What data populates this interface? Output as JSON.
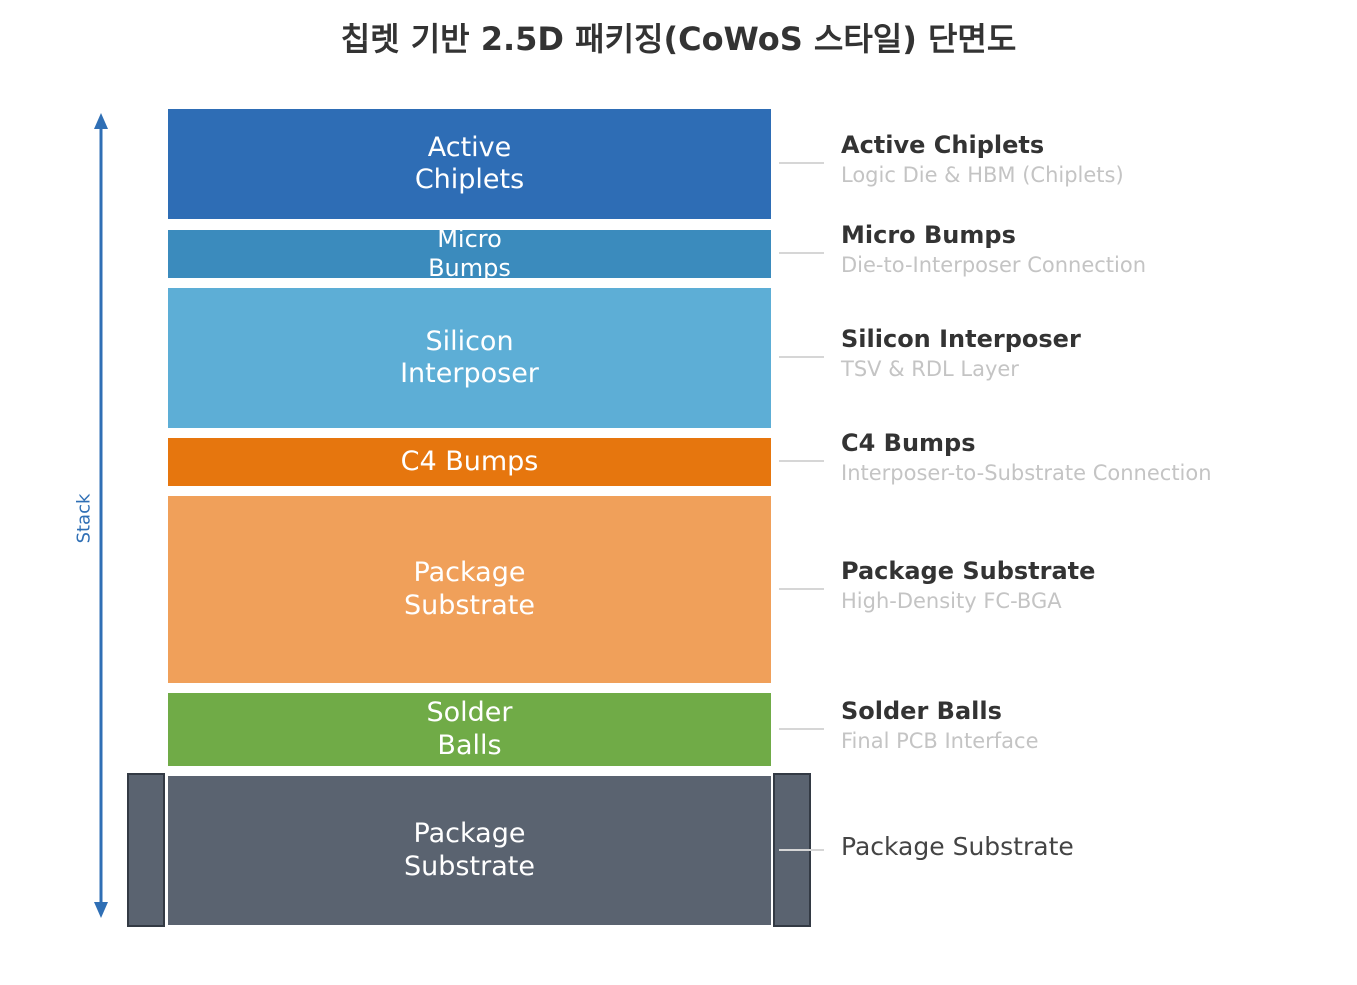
{
  "title": "칩렛 기반 2.5D 패키징(CoWoS 스타일) 단면도",
  "axis": {
    "label": "Stack",
    "color": "#2f6fb5"
  },
  "layers": [
    {
      "lines": [
        "Active",
        "Chiplets"
      ],
      "color": "#2e6db5",
      "title": "Active Chiplets",
      "subtitle": "Logic Die & HBM (Chiplets)"
    },
    {
      "lines": [
        "Micro",
        "Bumps"
      ],
      "color": "#3b8bbd",
      "title": "Micro Bumps",
      "subtitle": "Die-to-Interposer Connection"
    },
    {
      "lines": [
        "Silicon",
        "Interposer"
      ],
      "color": "#5daed6",
      "title": "Silicon Interposer",
      "subtitle": "TSV & RDL Layer"
    },
    {
      "lines": [
        "C4 Bumps"
      ],
      "color": "#e6760e",
      "title": "C4 Bumps",
      "subtitle": "Interposer-to-Substrate Connection"
    },
    {
      "lines": [
        "Package",
        "Substrate"
      ],
      "color": "#f0a05a",
      "title": "Package Substrate",
      "subtitle": "High-Density FC-BGA"
    },
    {
      "lines": [
        "Solder",
        "Balls"
      ],
      "color": "#70ab47",
      "title": "Solder Balls",
      "subtitle": "Final PCB Interface"
    },
    {
      "lines": [
        "Package",
        "Substrate"
      ],
      "color": "#5a6370",
      "title": "Package Substrate"
    }
  ]
}
